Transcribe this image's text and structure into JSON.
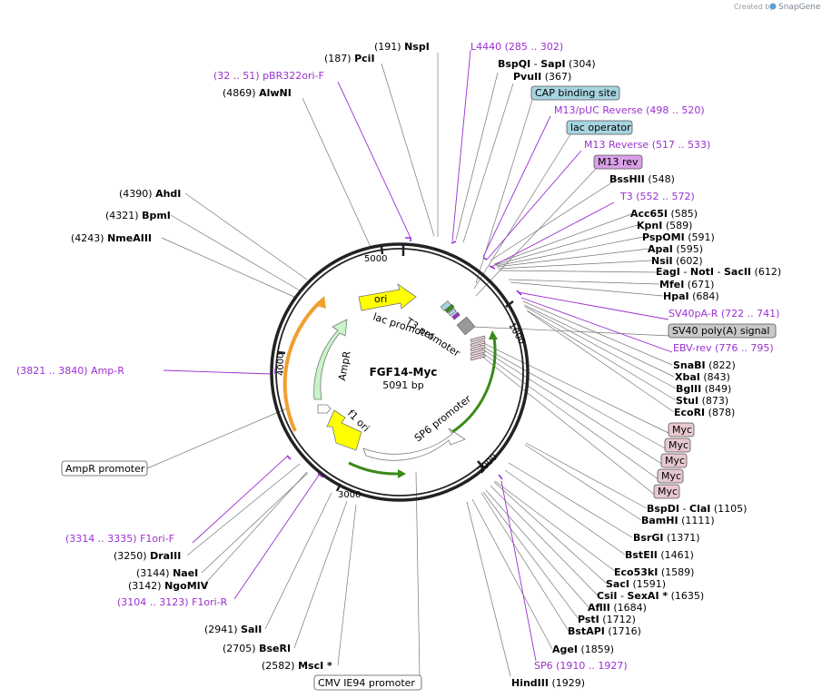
{
  "brand": {
    "created_by": "Created by",
    "app": "SnapGene"
  },
  "plasmid": {
    "name": "FGF14-Myc",
    "length": "5091 bp"
  },
  "ticks": [
    "1000",
    "2000",
    "3000",
    "4000",
    "5000"
  ],
  "features": {
    "ori": "ori",
    "lac_promoter": "lac promoter",
    "t3_promoter": "T3 promoter",
    "ampr": "AmpR",
    "f1_ori": "f1 ori",
    "sp6_promoter": "SP6 promoter"
  },
  "boxes": {
    "cap": "CAP binding site",
    "lac_operator": "lac operator",
    "m13_rev": "M13 rev",
    "sv40_polya": "SV40 poly(A) signal",
    "myc": [
      "Myc",
      "Myc",
      "Myc",
      "Myc",
      "Myc"
    ],
    "ampr_promoter": "AmpR promoter",
    "cmv_promoter": "CMV IE94 promoter"
  },
  "sites": {
    "nsp": {
      "pos": "(191)",
      "name": "NspI"
    },
    "pci": {
      "pos": "(187)",
      "name": "PciI"
    },
    "alwn": {
      "pos": "(4869)",
      "name": "AlwNI"
    },
    "bspqi": {
      "name": "BspQI",
      "name2": "SapI",
      "pos": "(304)"
    },
    "pvuii": {
      "name": "PvuII",
      "pos": "(367)"
    },
    "bsshii": {
      "name": "BssHII",
      "pos": "(548)"
    },
    "acc65i": {
      "name": "Acc65I",
      "pos": "(585)"
    },
    "kpni": {
      "name": "KpnI",
      "pos": "(589)"
    },
    "psp": {
      "name": "PspOMI",
      "pos": "(591)"
    },
    "apai": {
      "name": "ApaI",
      "pos": "(595)"
    },
    "nsii": {
      "name": "NsiI",
      "pos": "(602)"
    },
    "eagi": {
      "name": "EagI",
      "name2": "NotI",
      "name3": "SacII",
      "pos": "(612)"
    },
    "mfei": {
      "name": "MfeI",
      "pos": "(671)"
    },
    "hpai": {
      "name": "HpaI",
      "pos": "(684)"
    },
    "snabi": {
      "name": "SnaBI",
      "pos": "(822)"
    },
    "xbai": {
      "name": "XbaI",
      "pos": "(843)"
    },
    "bglii": {
      "name": "BglII",
      "pos": "(849)"
    },
    "stui": {
      "name": "StuI",
      "pos": "(873)"
    },
    "ecori": {
      "name": "EcoRI",
      "pos": "(878)"
    },
    "bspdi": {
      "name": "BspDI",
      "name2": "ClaI",
      "pos": "(1105)"
    },
    "bamhi": {
      "name": "BamHI",
      "pos": "(1111)"
    },
    "bsrgi": {
      "name": "BsrGI",
      "pos": "(1371)"
    },
    "bsteii": {
      "name": "BstEII",
      "pos": "(1461)"
    },
    "eco53": {
      "name": "Eco53kI",
      "pos": "(1589)"
    },
    "saci": {
      "name": "SacI",
      "pos": "(1591)"
    },
    "csii": {
      "name": "CsiI",
      "name2": "SexAI *",
      "pos": "(1635)"
    },
    "aflii": {
      "name": "AflII",
      "pos": "(1684)"
    },
    "psti": {
      "name": "PstI",
      "pos": "(1712)"
    },
    "bstapi": {
      "name": "BstAPI",
      "pos": "(1716)"
    },
    "agei": {
      "name": "AgeI",
      "pos": "(1859)"
    },
    "hindiii": {
      "name": "HindIII",
      "pos": "(1929)"
    },
    "msci": {
      "pos": "(2582)",
      "name": "MscI *"
    },
    "bseri": {
      "pos": "(2705)",
      "name": "BseRI"
    },
    "sali": {
      "pos": "(2941)",
      "name": "SalI"
    },
    "ngo": {
      "pos": "(3142)",
      "name": "NgoMIV"
    },
    "naei": {
      "pos": "(3144)",
      "name": "NaeI"
    },
    "draiii": {
      "pos": "(3250)",
      "name": "DraIII"
    },
    "nmeaiii": {
      "pos": "(4243)",
      "name": "NmeAIII"
    },
    "bpmi": {
      "pos": "(4321)",
      "name": "BpmI"
    },
    "ahdi": {
      "pos": "(4390)",
      "name": "AhdI"
    }
  },
  "primers": {
    "l4440": {
      "name": "L4440",
      "range": "(285 .. 302)"
    },
    "pbr": {
      "range": "(32 .. 51)",
      "name": "pBR322ori-F"
    },
    "m13puc": {
      "name": "M13/pUC Reverse",
      "range": "(498 .. 520)"
    },
    "m13rev": {
      "name": "M13 Reverse",
      "range": "(517 .. 533)"
    },
    "t3": {
      "name": "T3",
      "range": "(552 .. 572)"
    },
    "sv40": {
      "name": "SV40pA-R",
      "range": "(722 .. 741)"
    },
    "ebv": {
      "name": "EBV-rev",
      "range": "(776 .. 795)"
    },
    "sp6": {
      "name": "SP6",
      "range": "(1910 .. 1927)"
    },
    "ampr": {
      "range": "(3821 .. 3840)",
      "name": "Amp-R"
    },
    "f1f": {
      "range": "(3314 .. 3335)",
      "name": "F1ori-F"
    },
    "f1r": {
      "range": "(3104 .. 3123)",
      "name": "F1ori-R"
    }
  },
  "colors": {
    "backbone": "#222222",
    "primer": "#9b30d0",
    "ori": "#ffff00",
    "ampr": "#c8f5c8",
    "orange": "#f0a030",
    "green": "#3a8a1a",
    "cap_box": "#a6d4df",
    "myc_box": "#e8c8d0",
    "sv40_box": "#c8c8c8"
  }
}
